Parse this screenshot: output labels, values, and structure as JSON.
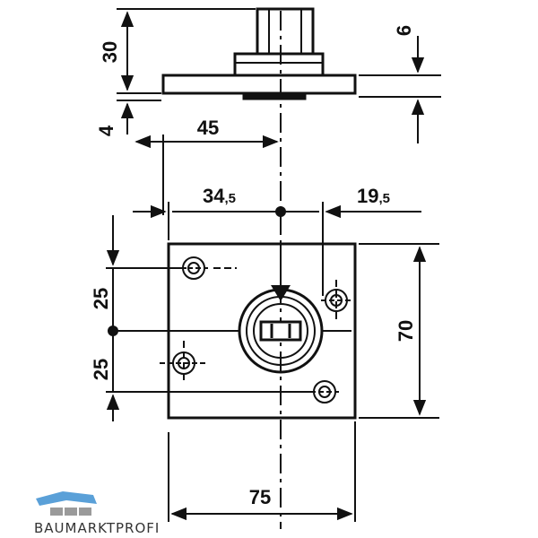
{
  "colors": {
    "ink": "#111111",
    "logo_blue": "#5aa0d8",
    "logo_gray": "#9a9a9a",
    "logo_text": "#333333"
  },
  "dimensions": {
    "height_30": "30",
    "height_6": "6",
    "gap_4": "4",
    "width_45": "45",
    "left_34": "34",
    "left_34_dec": ",5",
    "right_19": "19",
    "right_19_dec": ",5",
    "vert_25_upper": "25",
    "vert_25_lower": "25",
    "height_70": "70",
    "width_75": "75"
  },
  "logo": {
    "text": "BAUMARKTPROFI"
  }
}
